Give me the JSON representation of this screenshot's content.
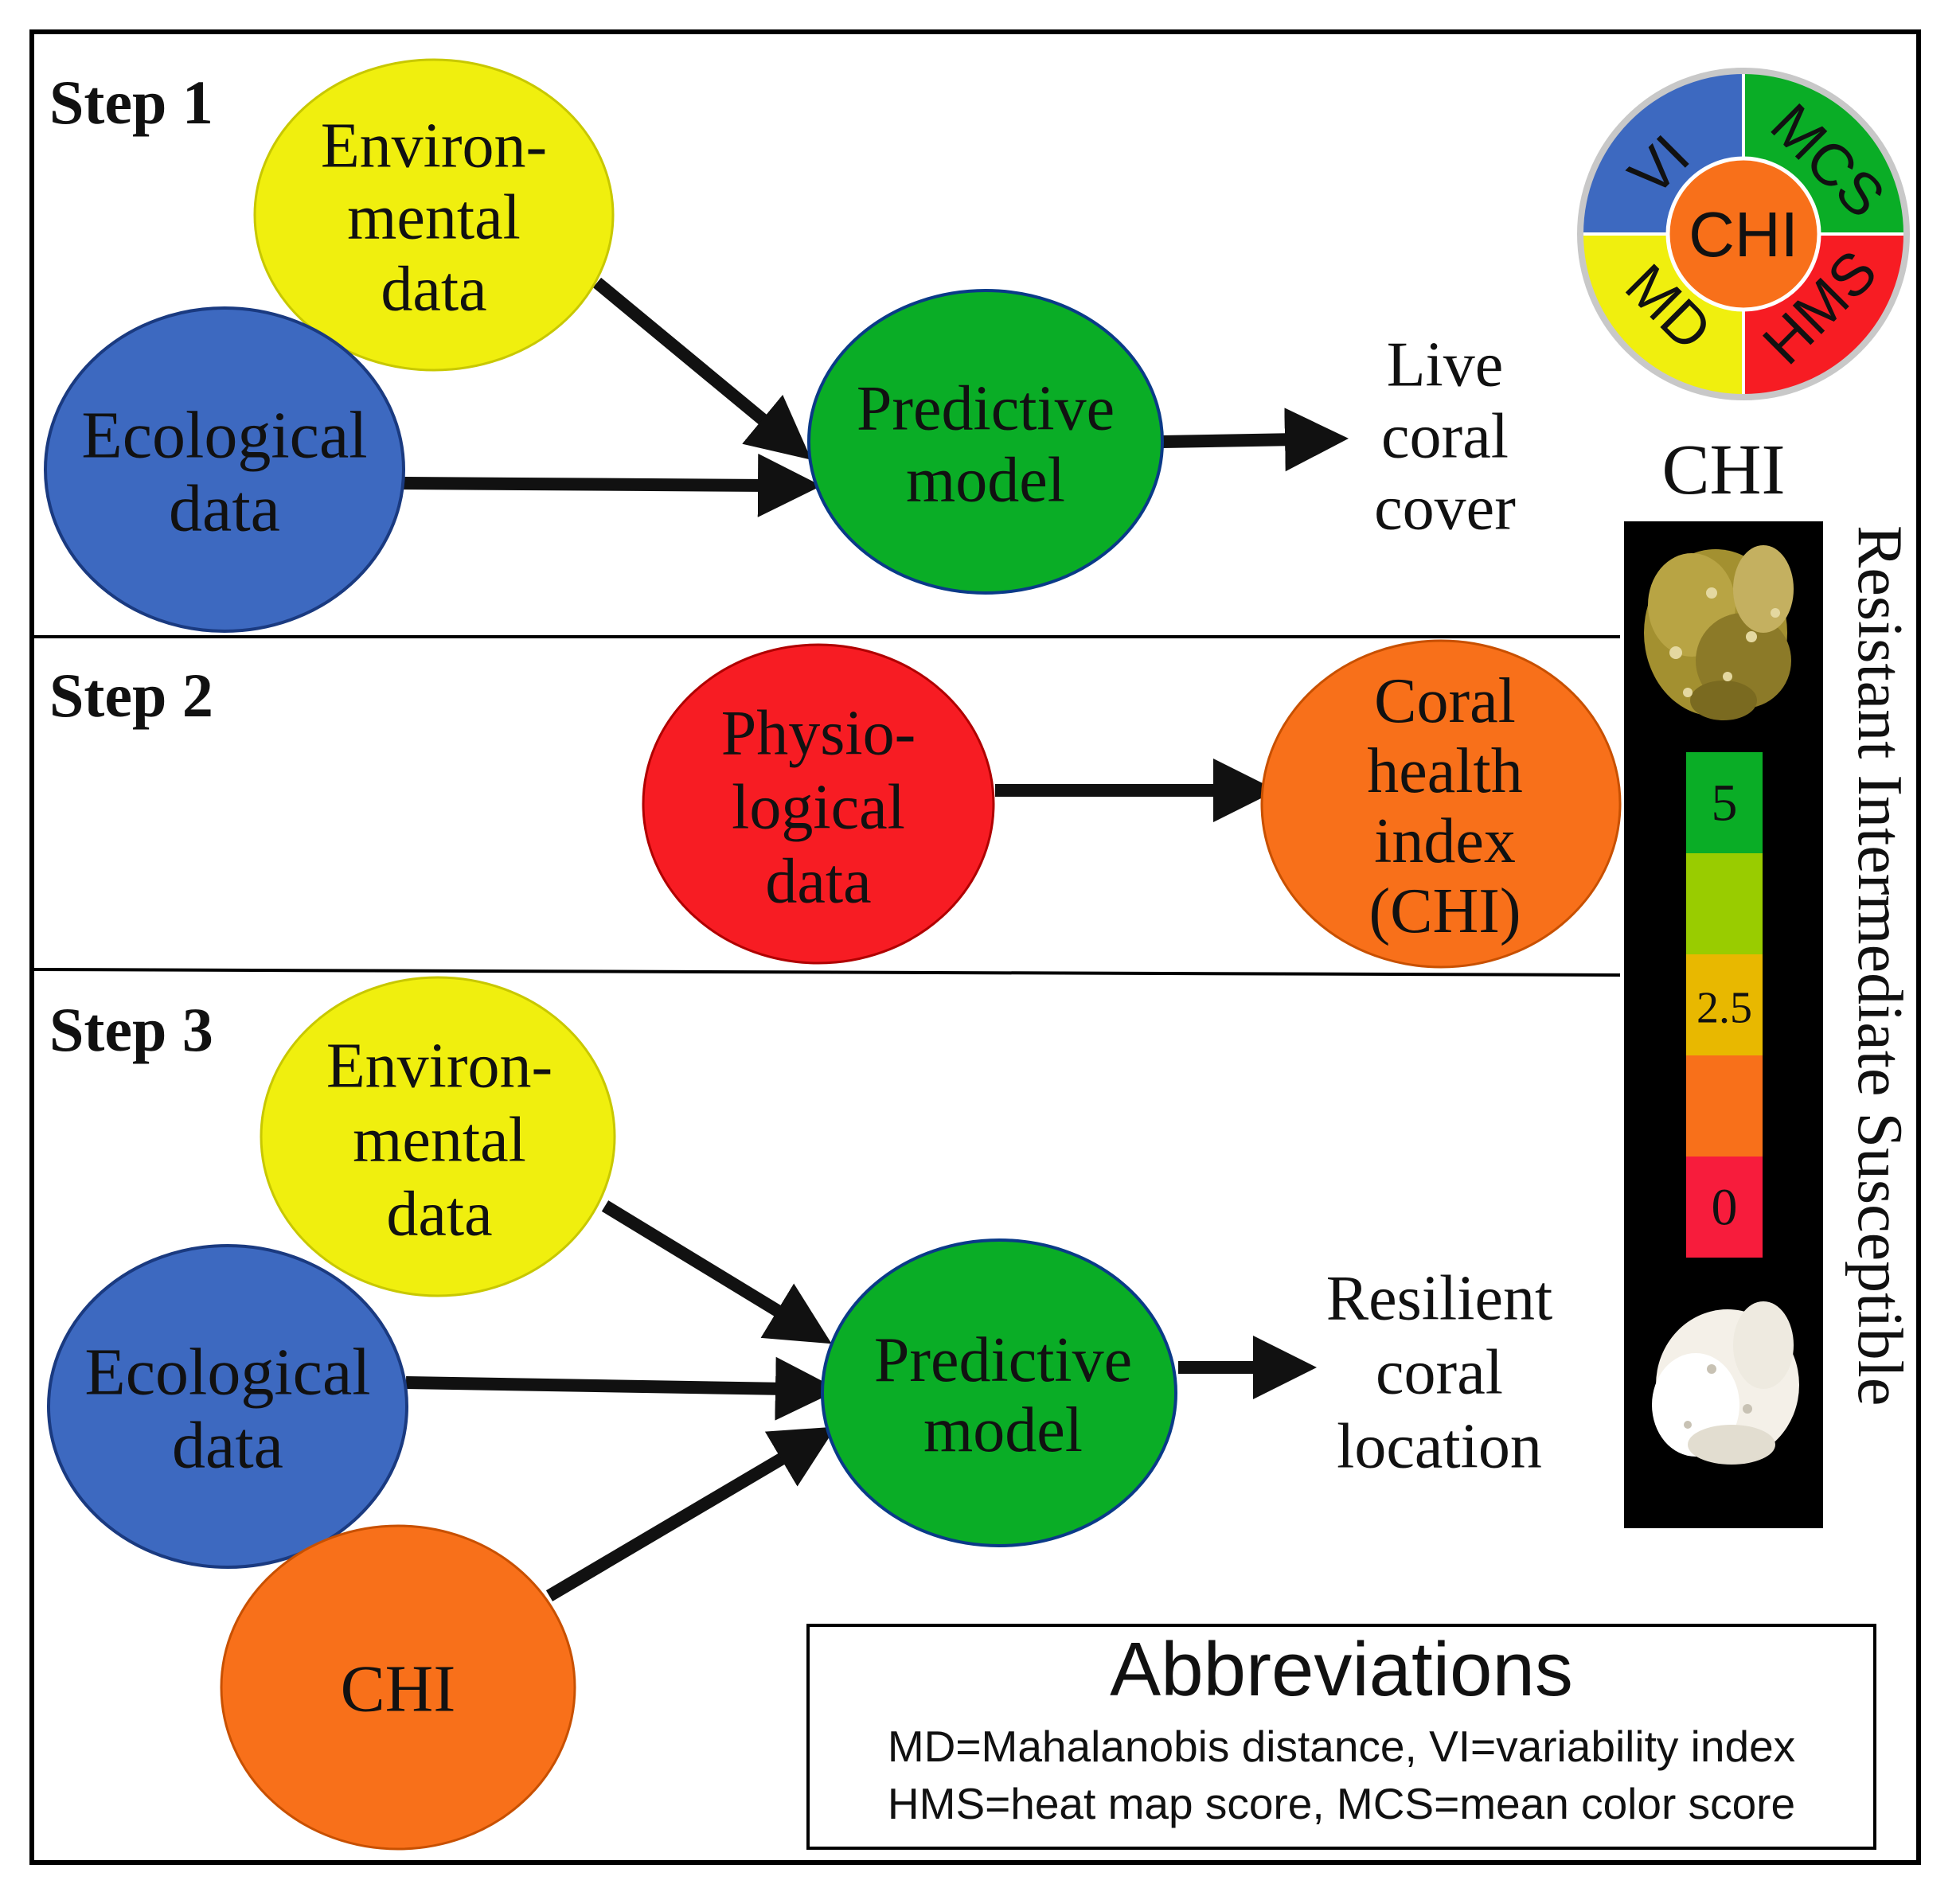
{
  "steps": [
    {
      "label": "Step 1"
    },
    {
      "label": "Step 2"
    },
    {
      "label": "Step 3"
    }
  ],
  "nodes": {
    "env1": {
      "lines": [
        "Environ-",
        "mental",
        "data"
      ],
      "fill": "#f0ef0e",
      "text_color": "#111111"
    },
    "eco1": {
      "lines": [
        "Ecological",
        "data"
      ],
      "fill": "#3d69c0",
      "text_color": "#111111"
    },
    "pred1": {
      "lines": [
        "Predictive",
        "model"
      ],
      "fill": "#0aad26",
      "text_color": "#111111"
    },
    "physio": {
      "lines": [
        "Physio-",
        "logical",
        "data"
      ],
      "fill": "#f71c23",
      "text_color": "#111111"
    },
    "chi_node": {
      "lines": [
        "Coral",
        "health",
        "index",
        "(CHI)"
      ],
      "fill": "#f8701a",
      "text_color": "#111111"
    },
    "env3": {
      "lines": [
        "Environ-",
        "mental",
        "data"
      ],
      "fill": "#f0ef0e",
      "text_color": "#111111"
    },
    "eco3": {
      "lines": [
        "Ecological",
        "data"
      ],
      "fill": "#3d69c0",
      "text_color": "#111111"
    },
    "chi3": {
      "lines": [
        "CHI"
      ],
      "fill": "#f8701a",
      "text_color": "#111111"
    },
    "pred3": {
      "lines": [
        "Predictive",
        "model"
      ],
      "fill": "#0aad26",
      "text_color": "#111111"
    }
  },
  "outputs": {
    "step1": [
      "Live",
      "coral",
      "cover"
    ],
    "step3": [
      "Resilient",
      "coral",
      "location"
    ]
  },
  "pie": {
    "center_label": "CHI",
    "quadrants": [
      {
        "label": "VI",
        "color": "#3d69c0"
      },
      {
        "label": "MCS",
        "color": "#0aad26"
      },
      {
        "label": "HMS",
        "color": "#f71c23"
      },
      {
        "label": "MD",
        "color": "#f0ef0e"
      }
    ],
    "center_color": "#f8701a"
  },
  "scale": {
    "title": "CHI",
    "side_label": "Resistant Intermediate Susceptible",
    "segments": [
      {
        "color": "#0aad26",
        "label": "5"
      },
      {
        "color": "#99cc00",
        "label": ""
      },
      {
        "color": "#e8b800",
        "label": "2.5"
      },
      {
        "color": "#f8701a",
        "label": ""
      },
      {
        "color": "#f71c3c",
        "label": "0"
      }
    ]
  },
  "abbreviations": {
    "title": "Abbreviations",
    "lines": [
      "MD=Mahalanobis distance, VI=variability index",
      "HMS=heat map score, MCS=mean color score"
    ]
  }
}
